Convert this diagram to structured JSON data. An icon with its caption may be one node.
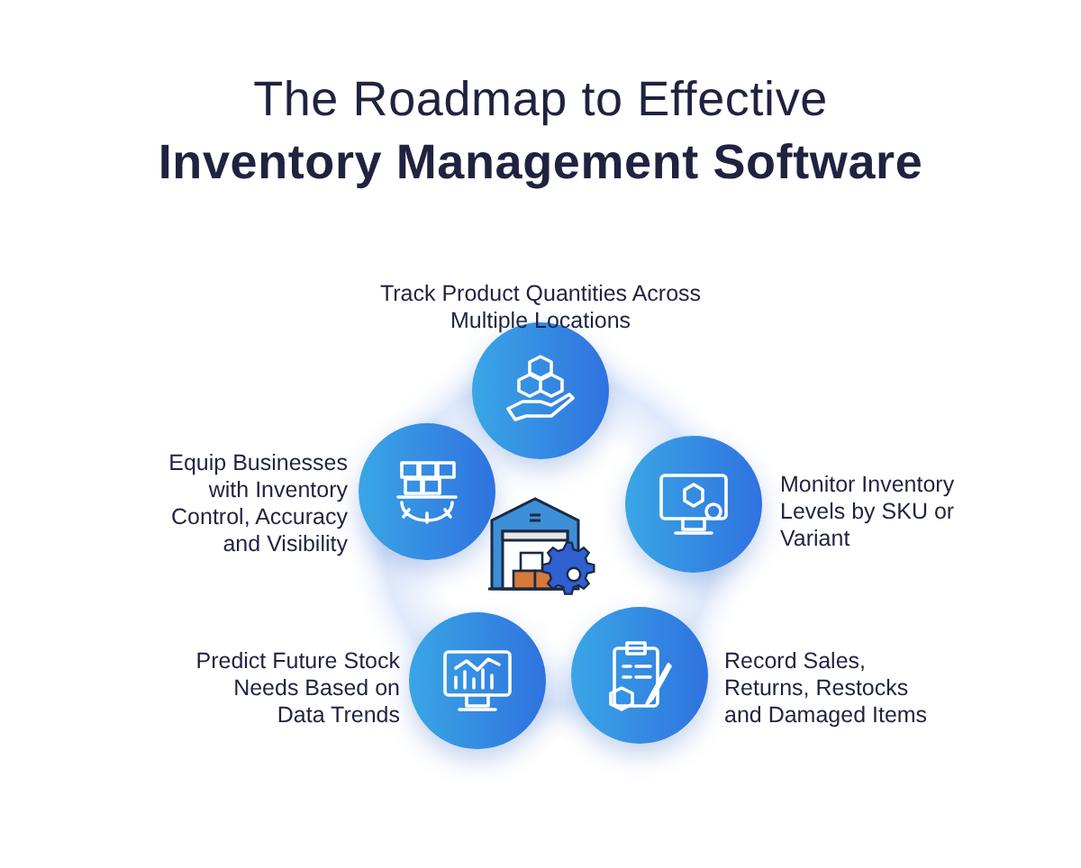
{
  "diagram": {
    "title": "The Roadmap to Effective **Inventory Management Software**",
    "nodes": [
      {
        "text": [],
        "shape": "circle",
        "beside": [
          "Track Product Quantities Across Multiple Locations"
        ]
      },
      {
        "text": [],
        "shape": "circle",
        "beside": [
          "Monitor Inventory Levels by SKU or Variant"
        ]
      },
      {
        "text": [],
        "shape": "circle",
        "beside": [
          "Record Sales, Returns, Restocks and Damaged Items"
        ]
      },
      {
        "text": [],
        "shape": "circle",
        "beside": [
          "Predict Future Stock Needs Based on Data Trends"
        ]
      },
      {
        "text": [],
        "shape": "circle",
        "beside": [
          "Equip Businesses with Inventory Control, Accuracy and Visibility"
        ]
      }
    ]
  }
}
